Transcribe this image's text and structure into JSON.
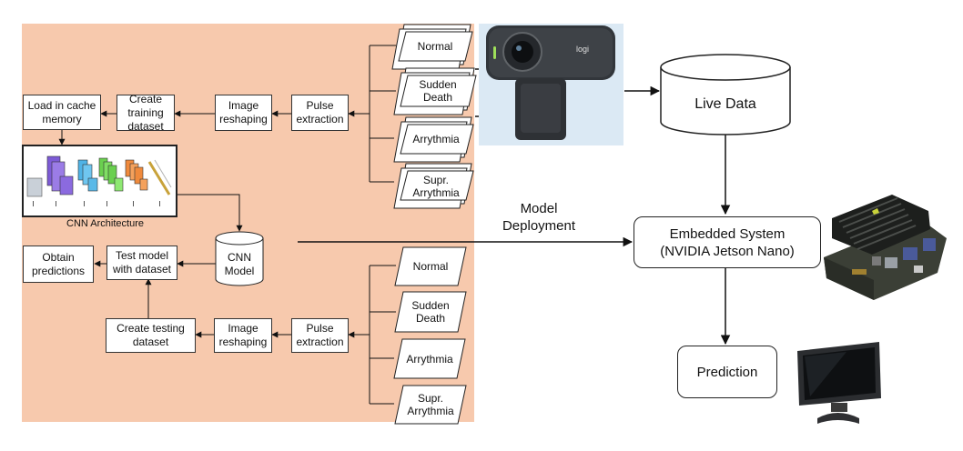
{
  "training": {
    "load_cache": "Load in cache memory",
    "create_training": "Create training dataset",
    "image_reshaping": "Image reshaping",
    "pulse_extraction": "Pulse extraction",
    "inputs": [
      "Normal",
      "Sudden Death",
      "Arrythmia",
      "Supr. Arrythmia"
    ]
  },
  "cnn": {
    "caption": "CNN Architecture",
    "model": "CNN Model"
  },
  "testing": {
    "obtain": "Obtain predictions",
    "test_model": "Test model with dataset",
    "create_testing": "Create testing dataset",
    "image_reshaping": "Image reshaping",
    "pulse_extraction": "Pulse extraction",
    "inputs": [
      "Normal",
      "Sudden Death",
      "Arrythmia",
      "Supr. Arrythmia"
    ]
  },
  "deploy": {
    "label": "Model Deployment",
    "live_data": "Live Data",
    "embedded": "Embedded System (NVIDIA Jetson Nano)",
    "prediction": "Prediction"
  },
  "webcam_brand": "logi",
  "colors": {
    "panel": "#f7c9ad",
    "webcam_bg": "#dbe9f4"
  },
  "icons": [
    "webcam-icon",
    "jetson-nano-icon",
    "monitor-icon"
  ]
}
